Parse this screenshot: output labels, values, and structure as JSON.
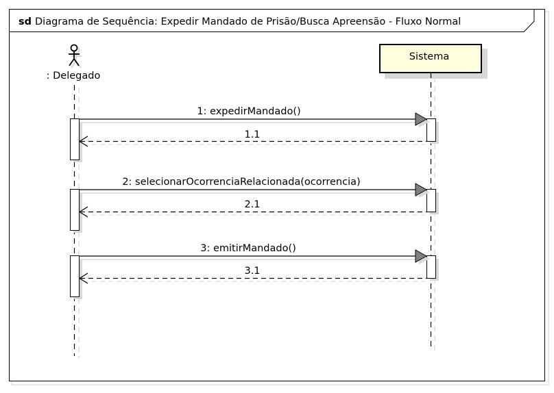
{
  "frame": {
    "keyword": "sd",
    "title": "Diagrama de Sequência: Expedir Mandado de Prisão/Busca Apreensão - Fluxo Normal"
  },
  "lifelines": {
    "actor": {
      "label": ": Delegado"
    },
    "system": {
      "label": "Sistema",
      "fill": "#ffffdd"
    }
  },
  "messages": [
    {
      "call": "1: expedirMandado()",
      "reply": "1.1"
    },
    {
      "call": "2: selecionarOcorrenciaRelacionada(ocorrencia)",
      "reply": "2.1"
    },
    {
      "call": "3: emitirMandado()",
      "reply": "3.1"
    }
  ],
  "colors": {
    "line": "#000000",
    "shadow": "#d8d8d8",
    "arrowhead": "#808080"
  }
}
